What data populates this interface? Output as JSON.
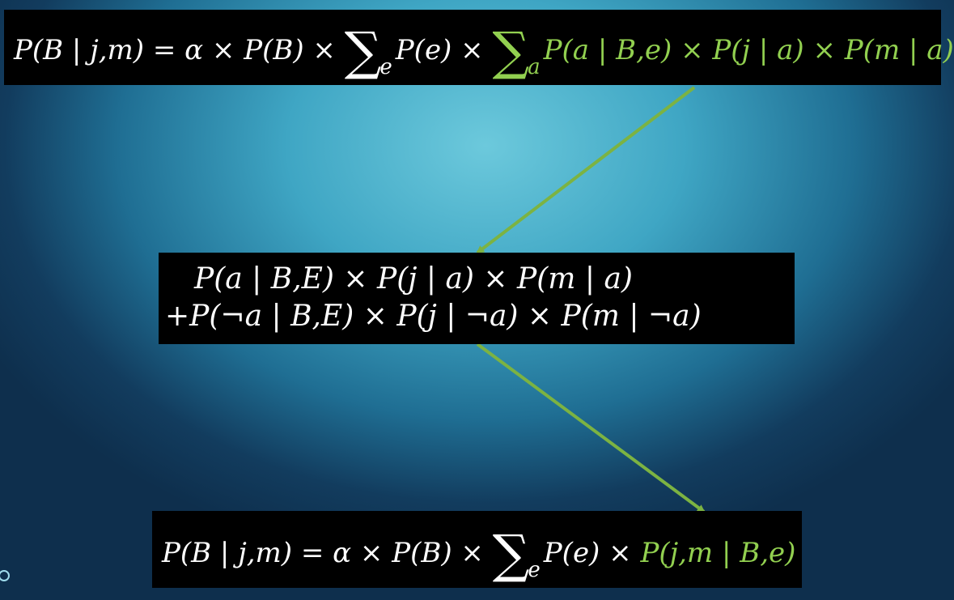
{
  "top_equation": {
    "lhs": "P(B | j,m) = α × P(B) × ",
    "sum_symbol": "∑",
    "sum1_index": "e",
    "mid": "P(e) × ",
    "sum2_index": "a",
    "inner": "P(a | B,e) × P(j | a) × P(m | a)"
  },
  "middle_expansion": {
    "line1": "P(a | B,E)   × P(j | a)   × P(m | a)",
    "line2": "+P(¬a | B,E) × P(j | ¬a) × P(m | ¬a)"
  },
  "bottom_equation": {
    "lhs": "P(B | j,m) = α × P(B) × ",
    "sum_symbol": "∑",
    "sum_index": "e",
    "mid": "P(e) × ",
    "highlight": "P(j,m | B,e)"
  },
  "colors": {
    "highlight": "#92d050",
    "arrow": "#7cb342",
    "box": "#000000"
  }
}
